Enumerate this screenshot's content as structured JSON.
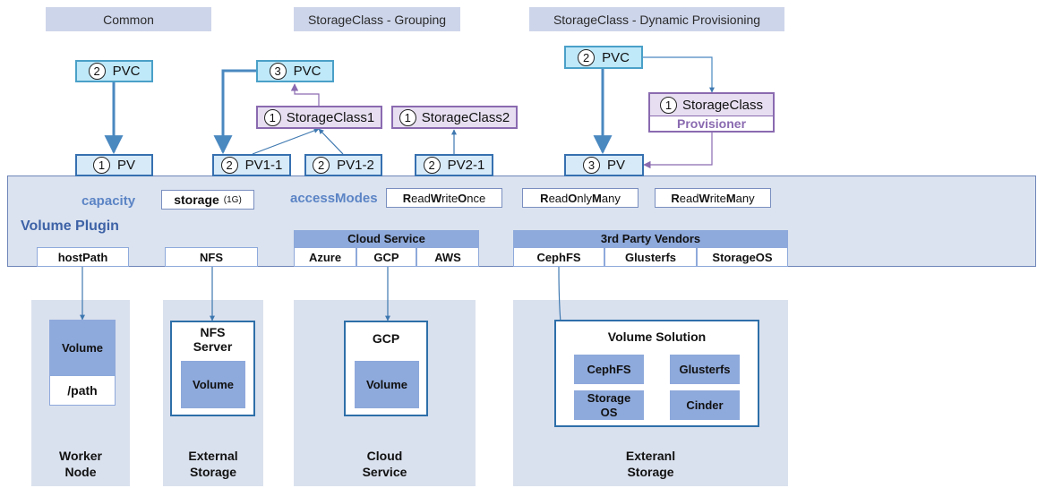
{
  "headers": {
    "common": "Common",
    "grouping": "StorageClass - Grouping",
    "dynamic": "StorageClass - Dynamic Provisioning"
  },
  "objects": {
    "pvc_common": {
      "num": "2",
      "label": "PVC"
    },
    "pv_common": {
      "num": "1",
      "label": "PV"
    },
    "pvc_grouping": {
      "num": "3",
      "label": "PVC"
    },
    "sc1": {
      "num": "1",
      "label": "StorageClass1"
    },
    "sc2": {
      "num": "1",
      "label": "StorageClass2"
    },
    "pv1_1": {
      "num": "2",
      "label": "PV1-1"
    },
    "pv1_2": {
      "num": "2",
      "label": "PV1-2"
    },
    "pv2_1": {
      "num": "2",
      "label": "PV2-1"
    },
    "pvc_dynamic": {
      "num": "2",
      "label": "PVC"
    },
    "sc_dynamic": {
      "num": "1",
      "label": "StorageClass",
      "sub": "Provisioner"
    },
    "pv_dynamic": {
      "num": "3",
      "label": "PV"
    }
  },
  "plugin": {
    "capacity_label": "capacity",
    "storage_label": "storage",
    "storage_size": "(1G)",
    "access_label": "accessModes",
    "access_modes": [
      {
        "b1": "R",
        "t1": "ead",
        "b2": "W",
        "t2": "rite",
        "b3": "O",
        "t3": "nce"
      },
      {
        "b1": "R",
        "t1": "ead",
        "b2": "O",
        "t2": "nly",
        "b3": "M",
        "t3": "any"
      },
      {
        "b1": "R",
        "t1": "ead",
        "b2": "W",
        "t2": "rite",
        "b3": "M",
        "t3": "any"
      }
    ],
    "title": "Volume Plugin",
    "hostpath": "hostPath",
    "nfs": "NFS",
    "cloud_title": "Cloud Service",
    "cloud_items": [
      "Azure",
      "GCP",
      "AWS"
    ],
    "vendor_title": "3rd Party Vendors",
    "vendor_items": [
      "CephFS",
      "Glusterfs",
      "StorageOS"
    ]
  },
  "panels": {
    "worker": {
      "volume": "Volume",
      "path": "/path",
      "label_line1": "Worker",
      "label_line2": "Node"
    },
    "external": {
      "server_line1": "NFS",
      "server_line2": "Server",
      "volume": "Volume",
      "label_line1": "External",
      "label_line2": "Storage"
    },
    "cloud": {
      "title": "GCP",
      "volume": "Volume",
      "label_line1": "Cloud",
      "label_line2": "Service"
    },
    "solution": {
      "title": "Volume Solution",
      "items": [
        "CephFS",
        "Glusterfs",
        "Storage OS",
        "Cinder"
      ],
      "item3_line1": "Storage",
      "item3_line2": "OS",
      "label_line1": "Exteranl",
      "label_line2": "Storage"
    }
  },
  "colors": {
    "header": "#cdd5ea",
    "pvc": "#bfe8f8",
    "storageclass": "#e7dff1",
    "plugin": "#dbe3f0",
    "volume": "#8ea9db",
    "arrow_blue": "#4a88c0",
    "arrow_purple": "#8a6ab0"
  }
}
